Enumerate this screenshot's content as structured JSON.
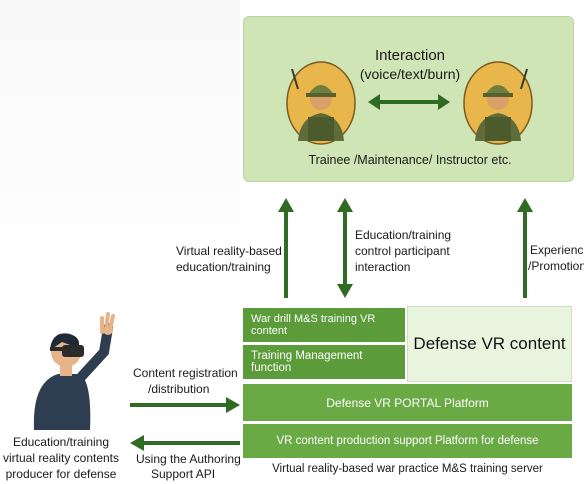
{
  "interaction": {
    "title": "Interaction",
    "subtitle": "(voice/text/burn)",
    "roles": "Trainee /Maintenance/ Instructor etc."
  },
  "arrows": {
    "vr_education": [
      "Virtual reality-based",
      "education/training"
    ],
    "control": [
      "Education/training",
      "control participant",
      "interaction"
    ],
    "experience": [
      "Experience",
      "/Promotion"
    ],
    "registration": [
      "Content registration",
      "/distribution"
    ],
    "authoring": [
      "Using the Authoring",
      "Support API"
    ]
  },
  "server": {
    "war_drill": "War drill M&S training VR content",
    "training_mgmt": "Training Management function",
    "defense_vr_content": "Defense VR content",
    "portal": "Defense VR PORTAL Platform",
    "production": "VR content production support Platform for defense",
    "caption": "Virtual reality-based war practice M&S training server"
  },
  "producer": {
    "caption": [
      "Education/training",
      "virtual reality contents",
      "producer for defense"
    ]
  },
  "colors": {
    "panel": "#cfe5b6",
    "arrow": "#2f6b22",
    "bar_dark": "#5b9b3a",
    "bar_mid": "#6aaa45",
    "defense_box": "#e9f4de"
  }
}
